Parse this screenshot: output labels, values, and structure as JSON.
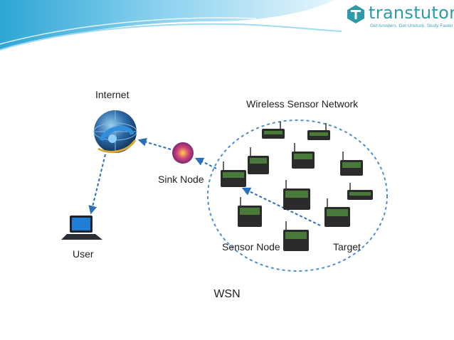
{
  "brand": {
    "name": "transtutors",
    "tagline": "Get Answers. Get Unstuck. Study Faster"
  },
  "diagram": {
    "labels": {
      "internet": "Internet",
      "wsn": "Wireless Sensor Network",
      "sink": "Sink Node",
      "user": "User",
      "sensor": "Sensor Node",
      "target": "Target"
    }
  },
  "caption": "WSN",
  "colors": {
    "accent": "#2f9aa8",
    "arrow": "#2a6fba",
    "boundary": "#4a8fd0",
    "header_blue": "#4fb6dc"
  },
  "icons": [
    "globe-icon",
    "laptop-icon",
    "sink-node-icon",
    "sensor-node-icon",
    "logo-icon"
  ]
}
